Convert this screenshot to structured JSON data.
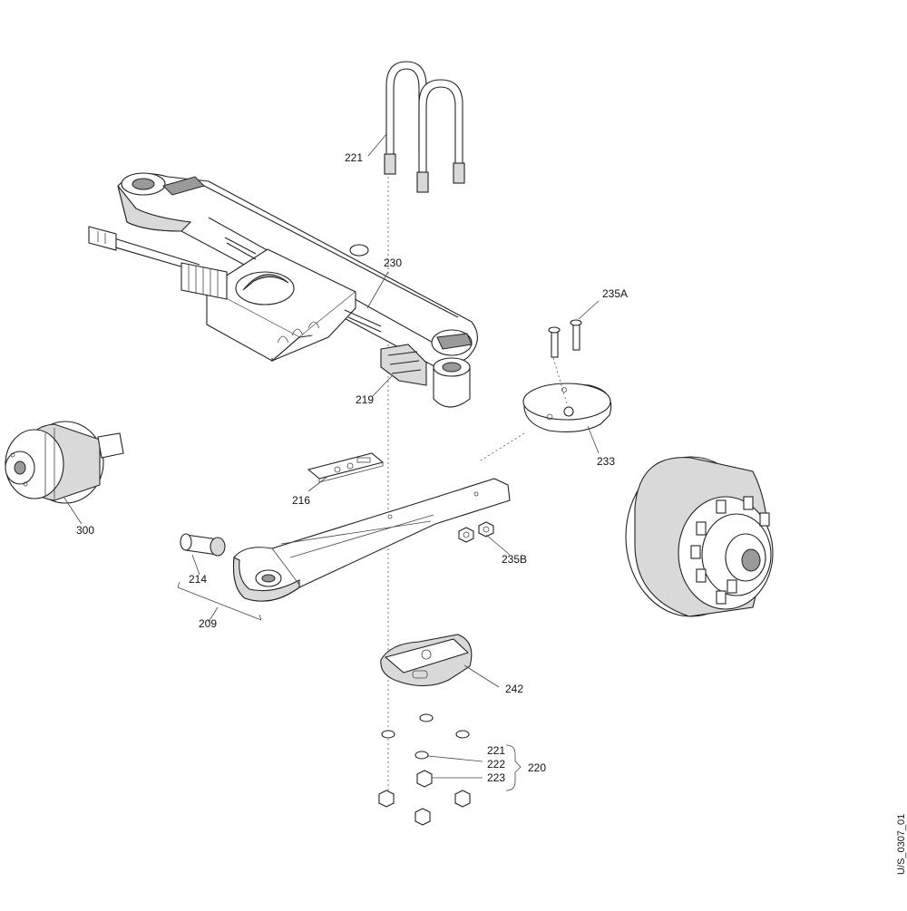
{
  "labels": {
    "p221_top": "221",
    "p230": "230",
    "p235A": "235A",
    "p219": "219",
    "p233": "233",
    "p216": "216",
    "p300": "300",
    "p235B": "235B",
    "p214": "214",
    "p209": "209",
    "p242": "242",
    "p221_group": "221",
    "p222": "222",
    "p223": "223",
    "p220": "220"
  },
  "drawing_id": "U/S_0307_01"
}
